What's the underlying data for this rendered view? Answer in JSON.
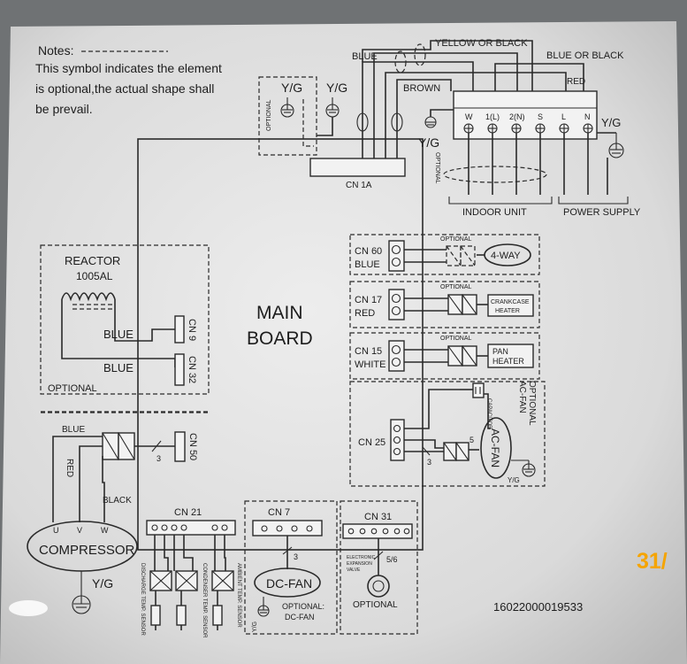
{
  "notes": {
    "title": "Notes:",
    "line1": "This symbol indicates the element",
    "line2": "is  optional,the actual shape shall",
    "line3": "be prevail."
  },
  "wires": {
    "blue": "BLUE",
    "yellow_or_black": "YELLOW OR BLACK",
    "blue_or_black": "BLUE OR BLACK",
    "red": "RED",
    "brown": "BROWN",
    "black": "BLACK"
  },
  "ground": {
    "yg": "Y/G",
    "optional": "OPTIONAL"
  },
  "terminal": {
    "labels": [
      "W",
      "1(L)",
      "2(N)",
      "S",
      "L",
      "N"
    ],
    "indoor": "INDOOR UNIT",
    "power": "POWER SUPPLY"
  },
  "board": {
    "line1": "MAIN",
    "line2": "BOARD",
    "cn1a": "CN 1A"
  },
  "reactor": {
    "title": "REACTOR",
    "model": "1005AL",
    "optional": "OPTIONAL",
    "cn9": "CN 9",
    "cn32": "CN 32"
  },
  "outputs": {
    "cn60": "CN 60",
    "cn60_color": "BLUE",
    "four_way": "4-WAY",
    "cn17": "CN 17",
    "cn17_color": "RED",
    "crankcase_1": "CRANKCASE",
    "crankcase_2": "HEATER",
    "cn15": "CN 15",
    "cn15_color": "WHITE",
    "pan_1": "PAN",
    "pan_2": "HEATER",
    "optional": "OPTIONAL",
    "cn25": "CN 25",
    "acfan_optional": "OPTIONAL",
    "acfan_optional2": "AC-FAN",
    "capacitor": "CAPACITOR",
    "acfan": "AC-FAN",
    "n3": "3",
    "n5": "5"
  },
  "compressor": {
    "label": "COMPRESSOR",
    "u": "U",
    "v": "V",
    "w": "W",
    "cn50": "CN 50",
    "n3": "3"
  },
  "sensors": {
    "cn21": "CN 21",
    "discharge": "DISCHARGE TEMP. SENSOR",
    "condenser": "CONDENSER TEMP. SENSOR",
    "ambient": "AMBIENT TEMP. SENSOR"
  },
  "dcfan": {
    "cn7": "CN 7",
    "n3": "3",
    "label": "DC-FAN",
    "optional1": "OPTIONAL:",
    "optional2": "DC-FAN",
    "yg": "Y/G"
  },
  "eev": {
    "cn31": "CN 31",
    "n56": "5/6",
    "valve1": "ELECTRONIC",
    "valve2": "EXPANSION",
    "valve3": "VALVE",
    "optional": "OPTIONAL"
  },
  "serial": "16022000019533",
  "date_stamp": "31/",
  "colors": {
    "panel": "#e3e3e3",
    "frame": "#6f7274",
    "ink": "#1d1d1d",
    "stamp": "#f5a400"
  }
}
